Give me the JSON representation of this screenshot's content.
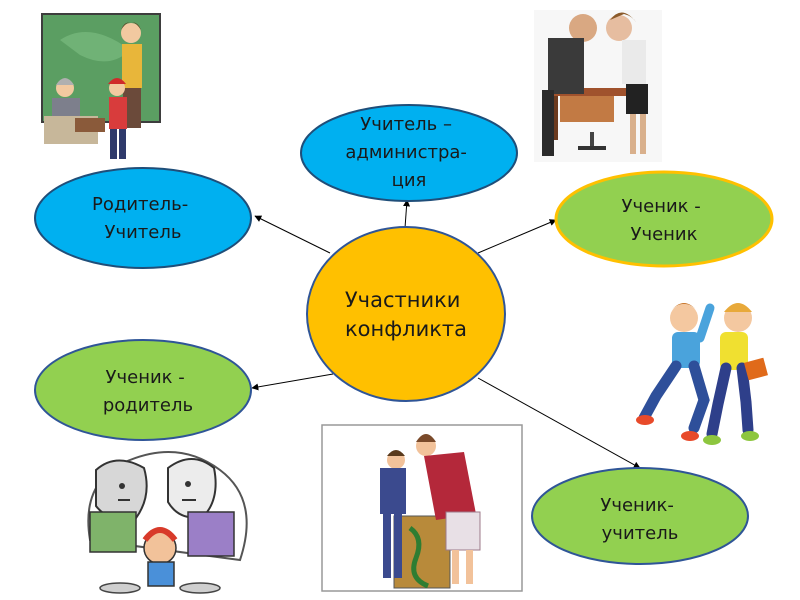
{
  "center": {
    "lines": [
      "Участники",
      "конфликта"
    ],
    "fill": "#FFC000",
    "stroke": "#2F5597"
  },
  "nodes": [
    {
      "id": "teacher-administration",
      "lines": [
        "Учитель –",
        "администра-",
        "ция"
      ],
      "fill": "#00B0F0",
      "stroke": "#1F4E79"
    },
    {
      "id": "parent-teacher",
      "lines": [
        "Родитель-",
        "Учитель"
      ],
      "fill": "#00B0F0",
      "stroke": "#1F4E79"
    },
    {
      "id": "student-student",
      "lines": [
        "Ученик -",
        "Ученик"
      ],
      "fill": "#92D050",
      "stroke": "#FFC000"
    },
    {
      "id": "student-parent",
      "lines": [
        "Ученик -",
        "родитель"
      ],
      "fill": "#92D050",
      "stroke": "#2F5597"
    },
    {
      "id": "student-teacher",
      "lines": [
        "Ученик-",
        "учитель"
      ],
      "fill": "#92D050",
      "stroke": "#2F5597"
    }
  ],
  "illustrations": [
    {
      "id": "classroom-parent-teacher",
      "icon": "classroom-scene"
    },
    {
      "id": "office-confrontation",
      "icon": "face-off-photo"
    },
    {
      "id": "students-fighting",
      "icon": "two-boys-fighting"
    },
    {
      "id": "parents-shouting",
      "icon": "family-argument"
    },
    {
      "id": "teacher-scolding-student",
      "icon": "teacher-student-argument"
    }
  ],
  "colors": {
    "arrow": "#000000",
    "background": "#ffffff"
  }
}
